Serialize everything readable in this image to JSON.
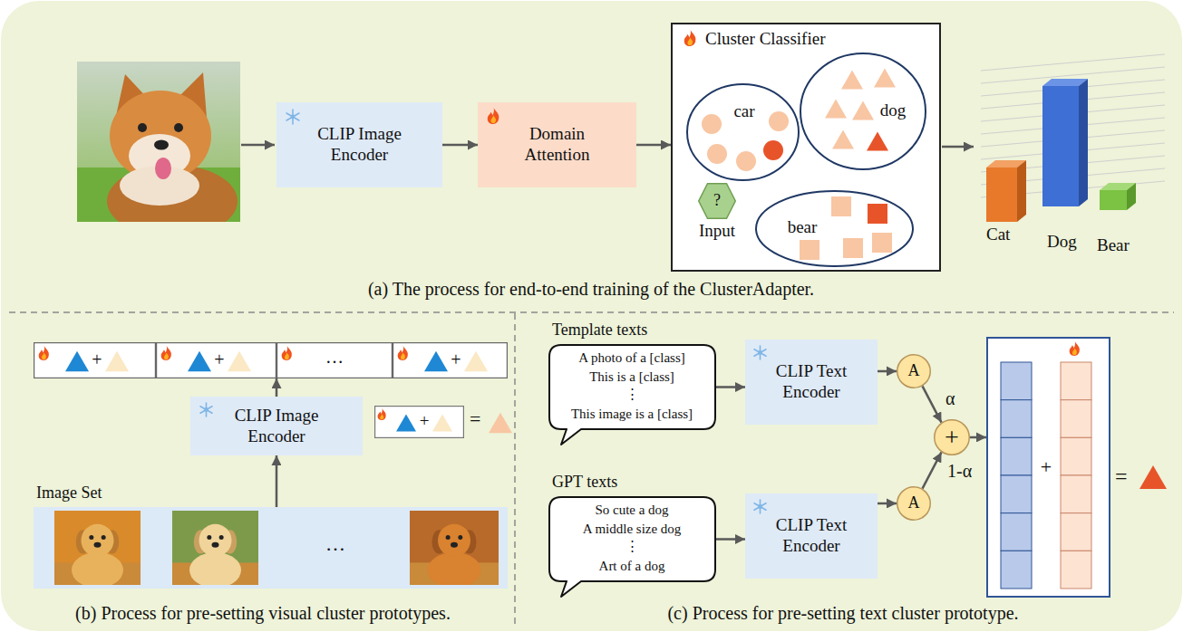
{
  "diagram": {
    "nodes": [
      {
        "text": [
          "CLIP Image Encoder"
        ]
      },
      {
        "text": [
          "Domain Attention"
        ]
      },
      {
        "text": [
          "Cluster Classifier"
        ]
      },
      {
        "text": [
          "car"
        ],
        "in": 2
      },
      {
        "text": [
          "dog"
        ],
        "in": 2
      },
      {
        "text": [
          "?",
          "Input"
        ],
        "in": 2
      },
      {
        "text": [
          "bear"
        ],
        "in": 2
      },
      {
        "text": [
          "+"
        ]
      },
      {
        "text": [
          "+"
        ]
      },
      {
        "text": [
          "…"
        ]
      },
      {
        "text": [
          "+"
        ]
      },
      {
        "text": [
          "CLIP Image Encoder"
        ]
      },
      {
        "text": [
          "+"
        ]
      },
      {
        "text": [
          "Image Set",
          "…"
        ]
      },
      {
        "text": [
          "Template texts",
          "A photo of a [class]",
          "This is a [class]",
          "⋮",
          "This image is a [class]"
        ]
      },
      {
        "text": [
          "CLIP Text Encoder"
        ]
      },
      {
        "text": [
          "A"
        ]
      },
      {
        "text": [
          "GPT texts",
          "So cute a dog",
          "A middle size dog",
          "⋮",
          "Art of a dog"
        ]
      },
      {
        "text": [
          "CLIP Text Encoder"
        ]
      },
      {
        "text": [
          "A"
        ]
      },
      {
        "text": [
          "+"
        ]
      },
      {
        "text": [
          "+"
        ]
      }
    ],
    "edges": [
      {
        "from": 0,
        "to": 1,
        "arrow": "to"
      },
      {
        "from": 1,
        "to": 2,
        "arrow": "to"
      },
      {
        "from": 13,
        "to": 11,
        "arrow": "to"
      },
      {
        "from": 11,
        "to": 9,
        "arrow": "to"
      },
      {
        "from": 14,
        "to": 15,
        "arrow": "to"
      },
      {
        "from": 15,
        "to": 16,
        "arrow": "to"
      },
      {
        "from": 17,
        "to": 18,
        "arrow": "to"
      },
      {
        "from": 18,
        "to": 19,
        "arrow": "to"
      },
      {
        "from": 16,
        "to": 20,
        "label": "α",
        "arrow": "to"
      },
      {
        "from": 19,
        "to": 20,
        "label": "1-α",
        "arrow": "to"
      },
      {
        "from": 20,
        "to": 21,
        "arrow": "to"
      }
    ],
    "labels": [
      "Cat",
      "Dog",
      "Bear",
      "(a) The process for end-to-end training of the ClusterAdapter.",
      "=",
      "(b) Process for pre-setting visual cluster prototypes.",
      "=",
      "(c) Process for pre-setting text cluster prototype."
    ]
  }
}
